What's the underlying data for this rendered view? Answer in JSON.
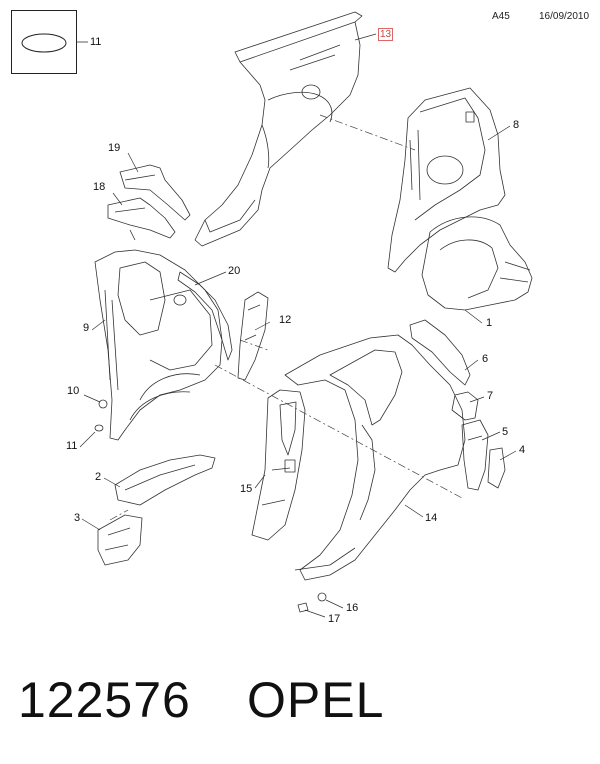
{
  "header": {
    "code": "A45",
    "date": "16/09/2010"
  },
  "inset": {
    "label": "11"
  },
  "highlighted_label": "13",
  "labels": [
    "19",
    "18",
    "20",
    "12",
    "9",
    "10",
    "11",
    "2",
    "3",
    "8",
    "1",
    "6",
    "7",
    "5",
    "4",
    "15",
    "14",
    "16",
    "17"
  ],
  "footer": {
    "part_number": "122576",
    "brand": "OPEL"
  }
}
